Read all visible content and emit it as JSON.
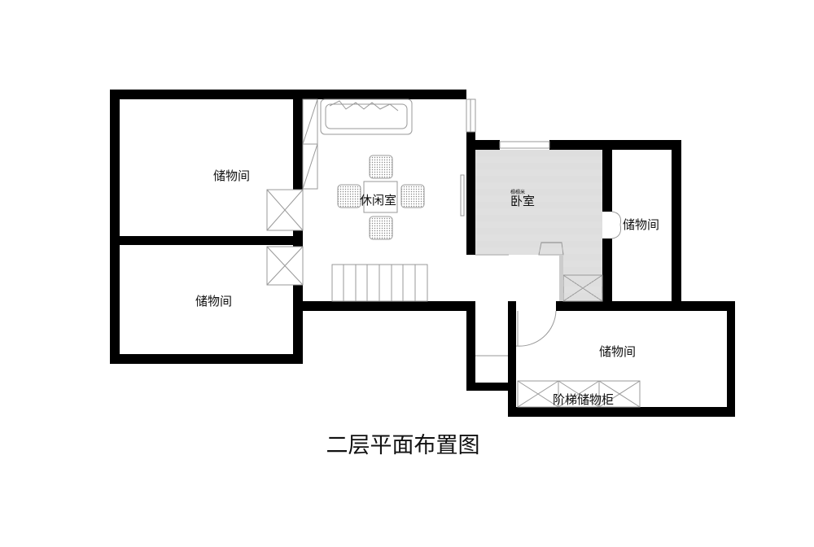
{
  "title": "二层平面布置图",
  "rooms": {
    "storage_upper_left": "储物间",
    "storage_lower_left": "储物间",
    "lounge": "休闲室",
    "bedroom": "卧室",
    "bedroom_note": "榻榻米",
    "storage_right": "储物间",
    "storage_bottom": "储物间",
    "stair_cabinet": "阶梯储物柜"
  }
}
